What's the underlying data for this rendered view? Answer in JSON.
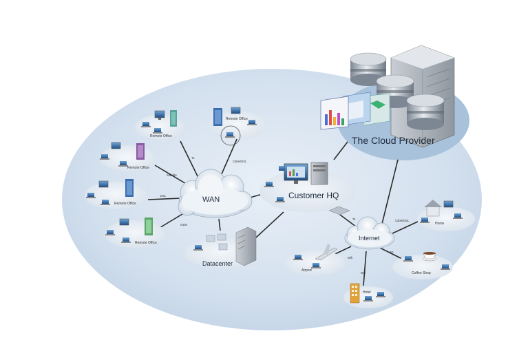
{
  "labels": {
    "cloud_provider": "The Cloud Provider",
    "customer_hq": "Customer HQ",
    "wan": "WAN",
    "internet": "Internet",
    "datacenter": "Datacenter",
    "remote_office": "Remote Office",
    "home": "Home",
    "airport": "Airport",
    "hotel": "Hotel",
    "coffee_shop": "Coffee Shop"
  },
  "links": {
    "t1": "T1",
    "cable_dsl": "Cable/DSL",
    "satellite": "Satellite",
    "dsl": "DSL",
    "isdn": "ISDN",
    "wifi": "Wifi",
    "sg": "3G",
    "vpn": "VPN"
  },
  "colors": {
    "ellipse": "#c9d8e8",
    "cloud_blob": "#a9c4de",
    "node_pad": "#e4ebf2",
    "monitor": "#3a6ea5",
    "server": "#9aa3ad",
    "line": "#2b2b2b"
  },
  "icons": [
    "monitor-icon",
    "laptop-icon",
    "building-icon",
    "server-icon",
    "database-icon",
    "chart-icon",
    "router-icon",
    "airplane-icon",
    "cup-icon",
    "house-icon",
    "hotel-icon"
  ]
}
